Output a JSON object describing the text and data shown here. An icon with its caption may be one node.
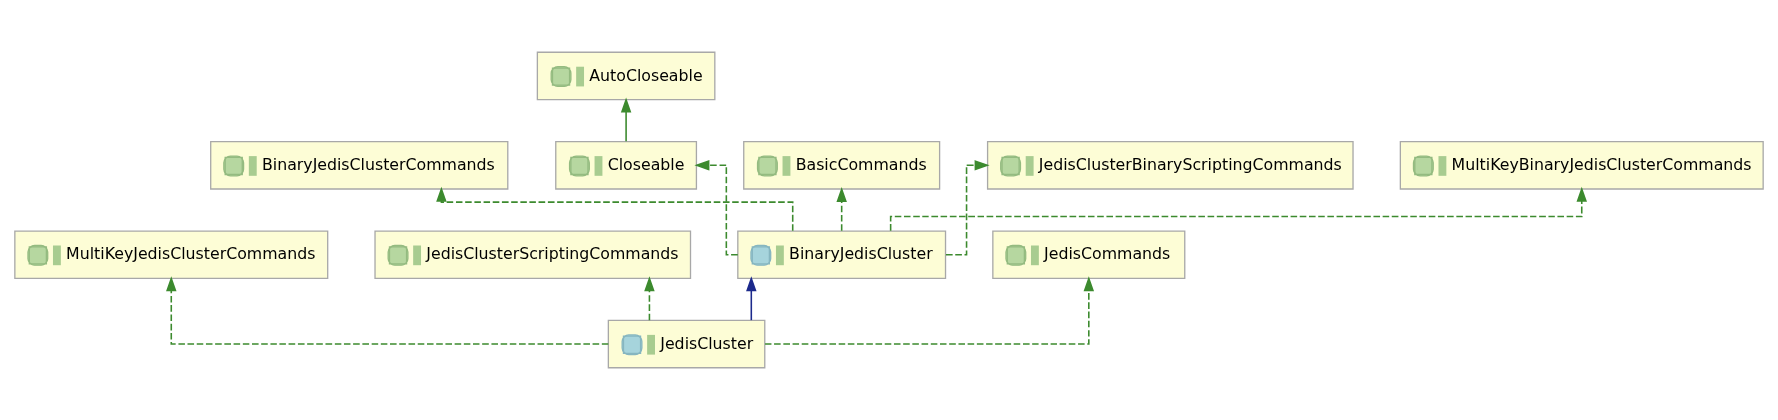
{
  "diagram": {
    "nodes": [
      {
        "text": [
          "AutoCloseable"
        ]
      },
      {
        "text": [
          "BinaryJedisClusterCommands"
        ]
      },
      {
        "text": [
          "Closeable"
        ]
      },
      {
        "text": [
          "BasicCommands"
        ]
      },
      {
        "text": [
          "JedisClusterBinaryScriptingCommands"
        ]
      },
      {
        "text": [
          "MultiKeyBinaryJedisClusterCommands"
        ]
      },
      {
        "text": [
          "MultiKeyJedisClusterCommands"
        ]
      },
      {
        "text": [
          "JedisClusterScriptingCommands"
        ]
      },
      {
        "text": [
          "BinaryJedisCluster"
        ]
      },
      {
        "text": [
          "JedisCommands"
        ]
      },
      {
        "text": [
          "JedisCluster"
        ]
      }
    ],
    "edges": [
      {
        "from": 2,
        "to": 0,
        "arrow": "to"
      },
      {
        "from": 8,
        "to": 1,
        "arrow": "to",
        "style": "dashed"
      },
      {
        "from": 8,
        "to": 2,
        "arrow": "to",
        "style": "dashed"
      },
      {
        "from": 8,
        "to": 3,
        "arrow": "to",
        "style": "dashed"
      },
      {
        "from": 8,
        "to": 4,
        "arrow": "to",
        "style": "dashed"
      },
      {
        "from": 8,
        "to": 5,
        "arrow": "to",
        "style": "dashed"
      },
      {
        "from": 10,
        "to": 6,
        "arrow": "to",
        "style": "dashed"
      },
      {
        "from": 10,
        "to": 7,
        "arrow": "to",
        "style": "dashed"
      },
      {
        "from": 10,
        "to": 8,
        "arrow": "to",
        "color": "#1c2a8c"
      },
      {
        "from": 10,
        "to": 9,
        "arrow": "to",
        "style": "dashed"
      }
    ]
  }
}
